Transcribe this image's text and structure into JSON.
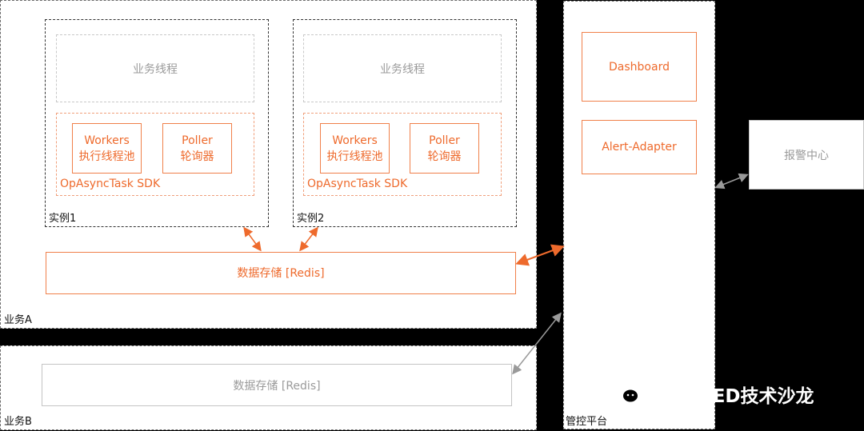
{
  "business_a": {
    "label": "业务A",
    "instance1": {
      "label": "实例1",
      "thread_label": "业务线程",
      "workers_line1": "Workers",
      "workers_line2": "执行线程池",
      "poller_line1": "Poller",
      "poller_line2": "轮询器",
      "sdk_label": "OpAsyncTask SDK"
    },
    "instance2": {
      "label": "实例2",
      "thread_label": "业务线程",
      "workers_line1": "Workers",
      "workers_line2": "执行线程池",
      "poller_line1": "Poller",
      "poller_line2": "轮询器",
      "sdk_label": "OpAsyncTask SDK"
    },
    "storage_label": "数据存储 [Redis]"
  },
  "business_b": {
    "label": "业务B",
    "storage_label": "数据存储 [Redis]"
  },
  "control_platform": {
    "label": "管控平台",
    "dashboard_label": "Dashboard",
    "alert_adapter_label": "Alert-Adapter"
  },
  "alarm_center": {
    "label": "报警中心"
  },
  "watermark": {
    "text": "大搜车TED技术沙龙"
  },
  "colors": {
    "accent_orange": "#ee6a2c",
    "gray_text": "#9a9a9a",
    "background": "#000000"
  }
}
